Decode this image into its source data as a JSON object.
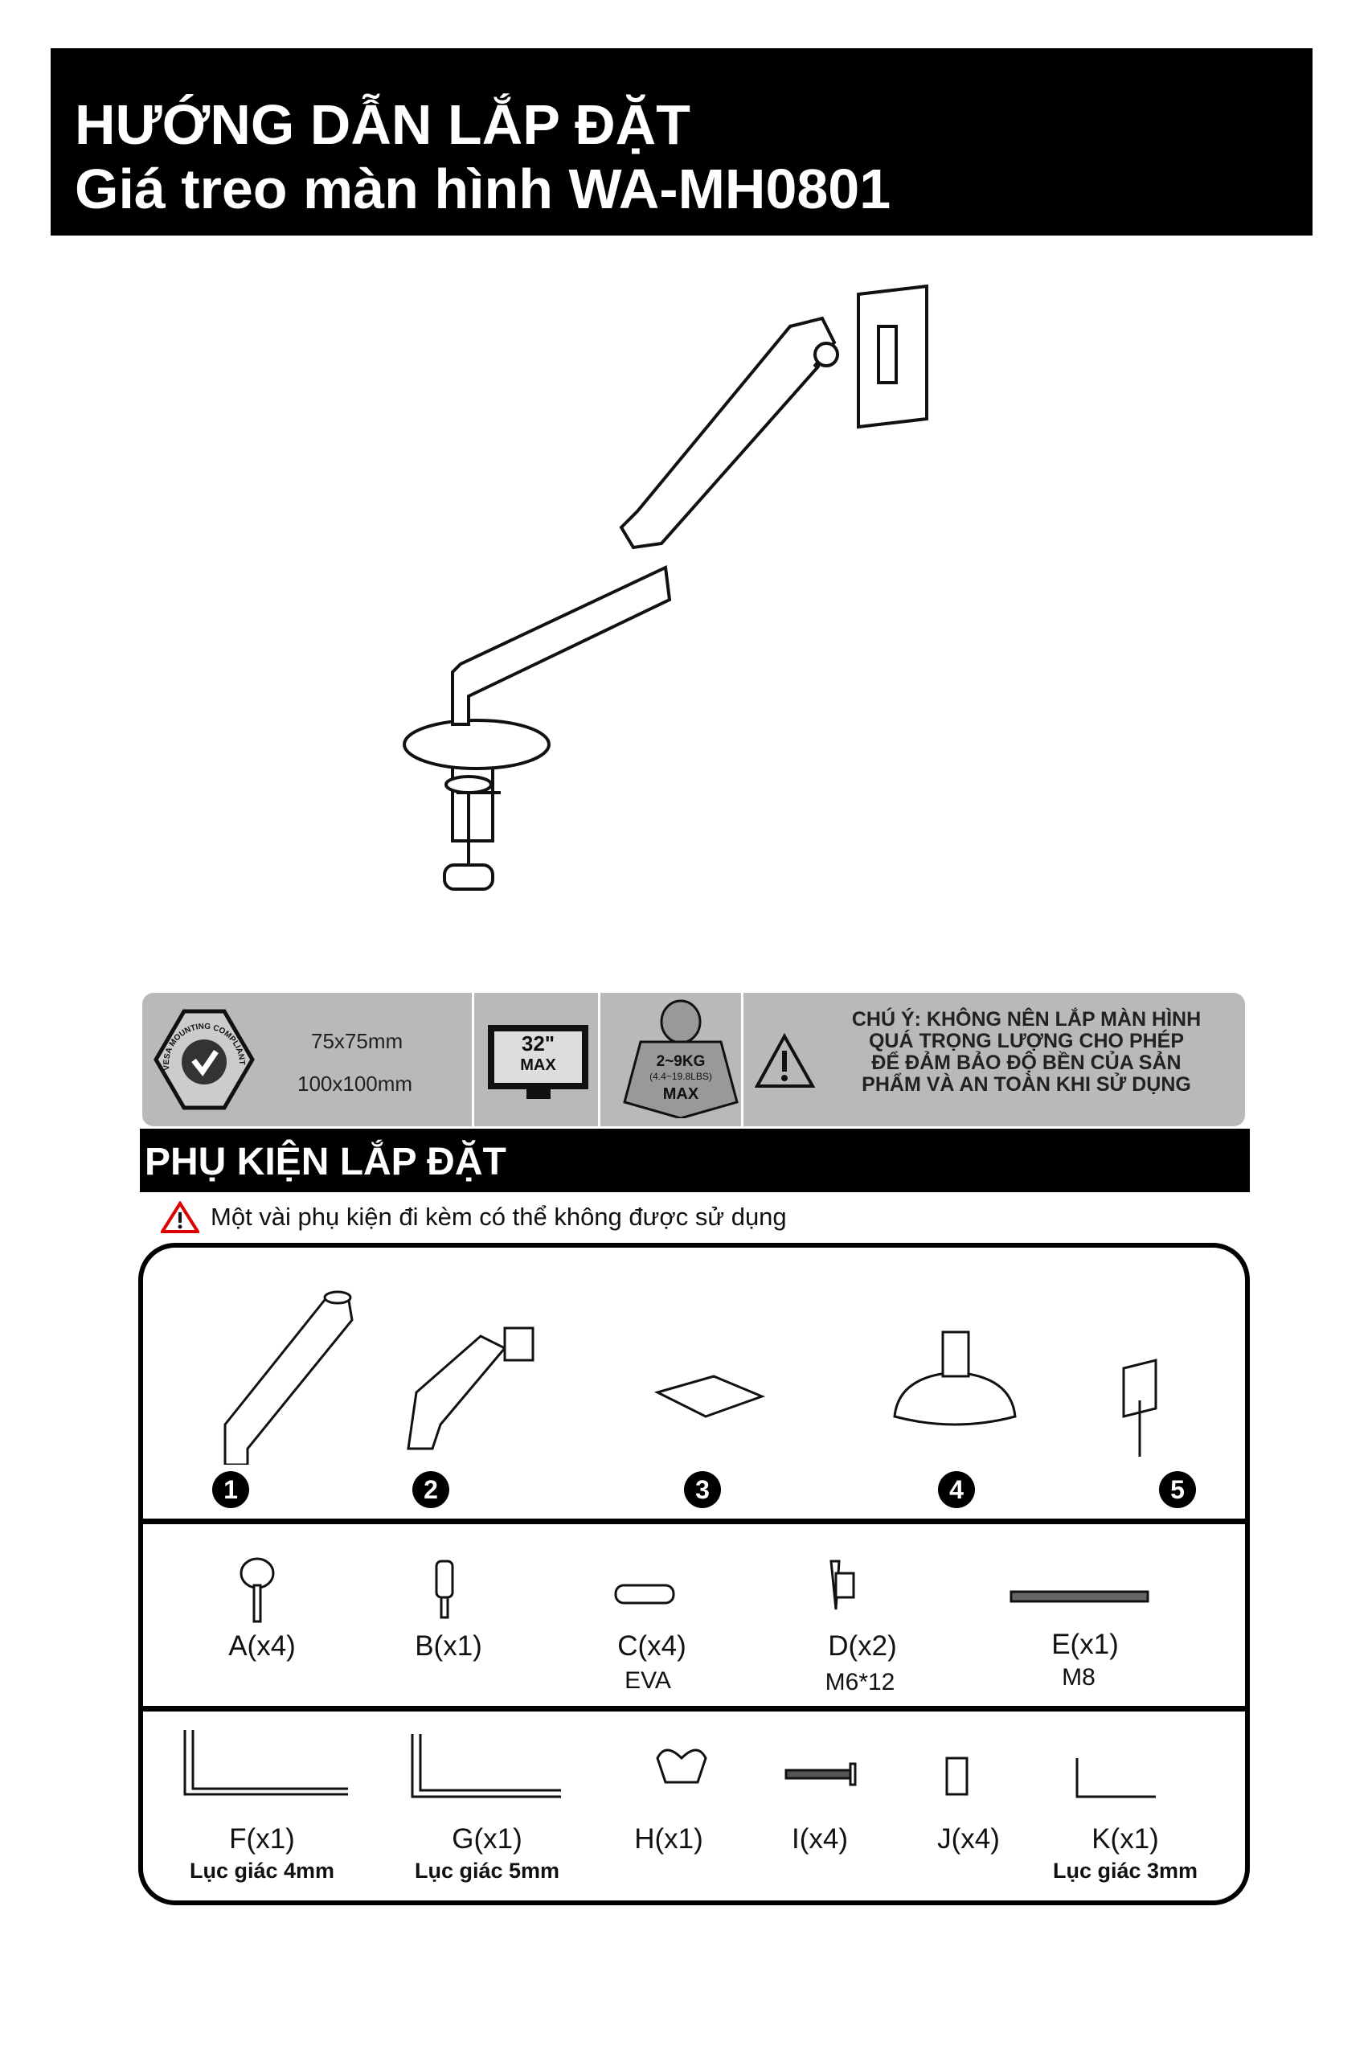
{
  "header": {
    "title_line1": "HƯỚNG DẪN LẮP ĐẶT",
    "title_line2": "Giá treo màn hình WA-MH0801"
  },
  "specs": {
    "vesa_logo_text": "VESA MOUNTING COMPLIANT",
    "vesa_sizes": [
      "75x75mm",
      "100x100mm"
    ],
    "screen_size": "32\"",
    "screen_max": "MAX",
    "weight": "2~9KG",
    "weight_lbs": "(4.4~19.8LBS)",
    "weight_max": "MAX",
    "warning_lines": [
      "CHÚ Ý: KHÔNG NÊN LẮP MÀN HÌNH",
      "QUÁ TRỌNG LƯỢNG CHO PHÉP",
      "ĐỂ ĐẢM BẢO ĐỘ BỀN CỦA SẢN",
      "PHẨM VÀ AN TOÀN KHI SỬ DỤNG"
    ]
  },
  "section": {
    "title": "PHỤ KIỆN LẮP ĐẶT",
    "note": "Một vài phụ kiện đi kèm có thể không được sử dụng"
  },
  "parts": {
    "numbered": [
      "1",
      "2",
      "3",
      "4",
      "5"
    ],
    "row2": [
      {
        "label": "A(x4)",
        "sub": ""
      },
      {
        "label": "B(x1)",
        "sub": ""
      },
      {
        "label": "C(x4)",
        "sub": "EVA"
      },
      {
        "label": "D(x2)",
        "sub": "M6*12"
      },
      {
        "label": "E(x1)",
        "sub": "M8"
      }
    ],
    "row3": [
      {
        "label": "F(x1)",
        "sub": "Lục giác 4mm"
      },
      {
        "label": "G(x1)",
        "sub": "Lục giác 5mm"
      },
      {
        "label": "H(x1)",
        "sub": ""
      },
      {
        "label": "I(x4)",
        "sub": ""
      },
      {
        "label": "J(x4)",
        "sub": ""
      },
      {
        "label": "K(x1)",
        "sub": "Lục giác 3mm"
      }
    ]
  }
}
